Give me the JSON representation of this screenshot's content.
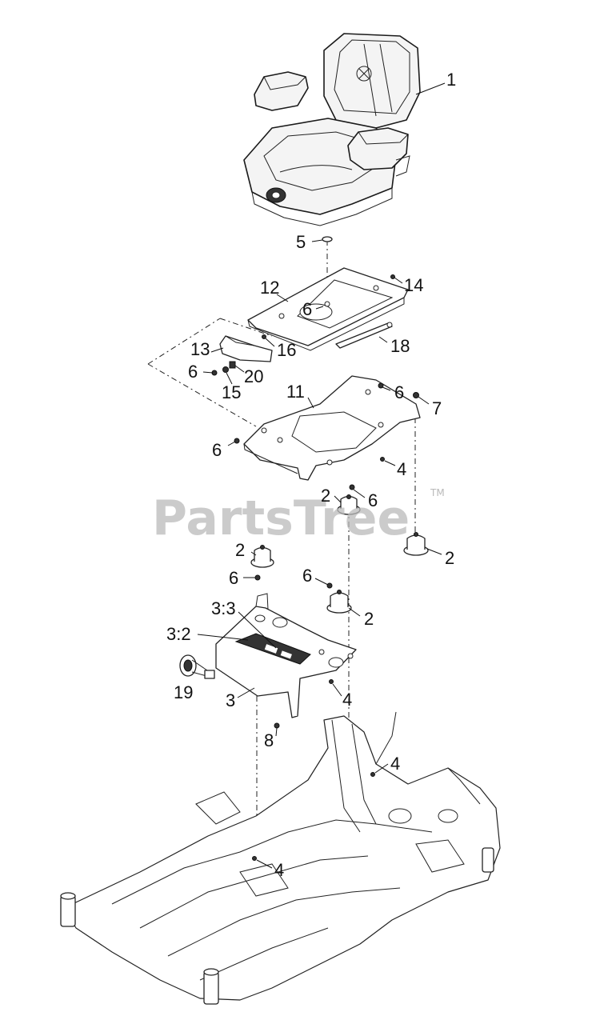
{
  "watermark": {
    "text": "PartsTree",
    "trademark": "TM"
  },
  "callouts": [
    {
      "id": "c1",
      "text": "1"
    },
    {
      "id": "c5",
      "text": "5"
    },
    {
      "id": "c12",
      "text": "12"
    },
    {
      "id": "c14",
      "text": "14"
    },
    {
      "id": "c6a",
      "text": "6"
    },
    {
      "id": "c13",
      "text": "13"
    },
    {
      "id": "c16",
      "text": "16"
    },
    {
      "id": "c18",
      "text": "18"
    },
    {
      "id": "c6b",
      "text": "6"
    },
    {
      "id": "c20",
      "text": "20"
    },
    {
      "id": "c15",
      "text": "15"
    },
    {
      "id": "c11",
      "text": "11"
    },
    {
      "id": "c6c",
      "text": "6"
    },
    {
      "id": "c7",
      "text": "7"
    },
    {
      "id": "c6d",
      "text": "6"
    },
    {
      "id": "c4a",
      "text": "4"
    },
    {
      "id": "c2a",
      "text": "2"
    },
    {
      "id": "c6e",
      "text": "6"
    },
    {
      "id": "c2b",
      "text": "2"
    },
    {
      "id": "c2c",
      "text": "2"
    },
    {
      "id": "c6f",
      "text": "6"
    },
    {
      "id": "c6g",
      "text": "6"
    },
    {
      "id": "c33",
      "text": "3:3"
    },
    {
      "id": "c2d",
      "text": "2"
    },
    {
      "id": "c32",
      "text": "3:2"
    },
    {
      "id": "c19",
      "text": "19"
    },
    {
      "id": "c3",
      "text": "3"
    },
    {
      "id": "c4b",
      "text": "4"
    },
    {
      "id": "c8",
      "text": "8"
    },
    {
      "id": "c4c",
      "text": "4"
    },
    {
      "id": "c4d",
      "text": "4"
    }
  ]
}
